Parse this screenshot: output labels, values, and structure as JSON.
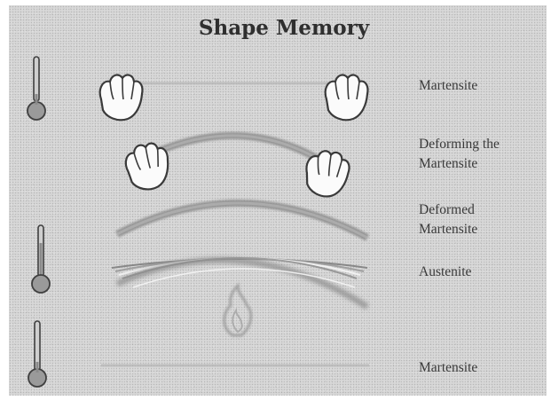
{
  "title": "Shape Memory",
  "labels": {
    "step1": "Martensite",
    "step2_line1": "Deforming the",
    "step2_line2": "Martensite",
    "step3_line1": "Deformed",
    "step3_line2": "Martensite",
    "step4": "Austenite",
    "step5": "Martensite"
  },
  "icons": [
    "thermometer-icon",
    "hand-icon",
    "flame-icon"
  ],
  "colors": {
    "background": "#d7d7d7",
    "ink": "#3a3a3a",
    "wire": "#8a8a8a"
  }
}
